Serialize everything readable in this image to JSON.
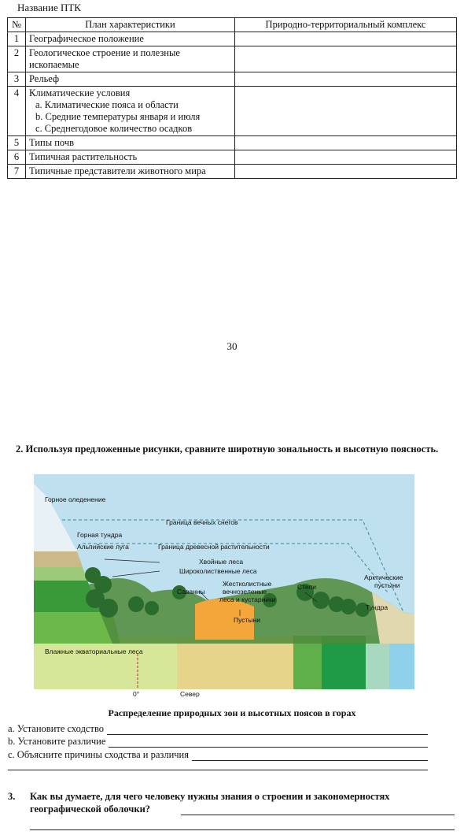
{
  "table": {
    "title": "Название ПТК",
    "headers": [
      "№",
      "План характеристики",
      "Природно-территориальный комплекс"
    ],
    "rows": [
      {
        "num": "1",
        "plan": "Географическое положение"
      },
      {
        "num": "2",
        "plan": "Геологическое строение и полезные ископаемые"
      },
      {
        "num": "3",
        "plan": "Рельеф"
      },
      {
        "num": "4",
        "plan": "Климатические условия",
        "subitems": [
          "a.  Климатические пояса и области",
          "b.  Средние температуры января и июля",
          "c.  Среднегодовое количество осадков"
        ]
      },
      {
        "num": "5",
        "plan": "Типы почв"
      },
      {
        "num": "6",
        "plan": "Типичная растительность"
      },
      {
        "num": "7",
        "plan": "Типичные представители животного мира"
      }
    ]
  },
  "page_number": "30",
  "task2": {
    "number": "2.",
    "text": "Используя предложенные рисунки, сравните широтную зональность и высотную поясность."
  },
  "figure": {
    "labels": {
      "glaciation": "Горное оледенение",
      "snow_line": "Граница вечных снегов",
      "mountain_tundra": "Горная тундра",
      "alpine_meadows": "Альпийские луга",
      "tree_line": "Граница древесной растительности",
      "coniferous": "Хвойные леса",
      "broadleaf": "Широколиственные леса",
      "savannas": "Саванны",
      "hardleaf_1": "Жестколистные",
      "hardleaf_2": "вечнозеленые",
      "hardleaf_3": "леса и кустарники",
      "steppes": "Степи",
      "arctic_1": "Арктические",
      "arctic_2": "пустыни",
      "tundra": "Тундра",
      "deserts": "Пустыни",
      "equatorial": "Влажные экваториальные леса",
      "zero": "0°",
      "north": "Север"
    },
    "colors": {
      "sky": "#bfe0ef",
      "equatorial_band": "#d7e79a",
      "desert": "#f3a73a",
      "tundra_band": "#a9d8c0",
      "ice": "#8fd0ea",
      "forest": "#2f8a3c"
    }
  },
  "caption": "Распределение природных зон и высотных поясов в горах",
  "questions": [
    {
      "label": "a.  Установите сходство"
    },
    {
      "label": "b.  Установите различие"
    },
    {
      "label": "c.  Объясните причины сходства и различия"
    }
  ],
  "task3": {
    "number": "3.",
    "text": "Как вы думаете, для чего человеку нужны знания о строении и закономерностях географической оболочки?"
  }
}
